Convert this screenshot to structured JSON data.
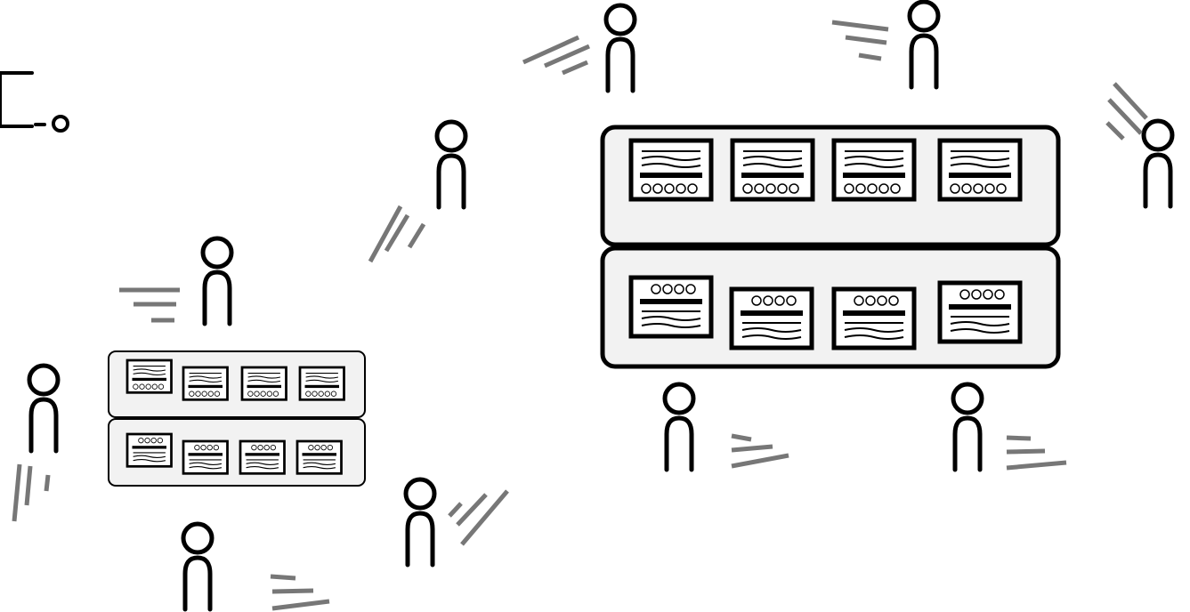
{
  "slide": {
    "title_fragment": "",
    "page_number": ""
  },
  "colors": {
    "ink": "#000000",
    "motion_lines": "#777777",
    "shelf_fill": "#f2f2f2",
    "card_fill": "#ffffff"
  },
  "icons": {
    "person": "person-icon",
    "motion": "motion-lines-icon",
    "shelf": "shelf-icon",
    "card": "product-card-icon"
  },
  "diagram": {
    "small_rack_cards_per_shelf": 4,
    "large_rack_cards_per_shelf": 4,
    "people_count": 11
  }
}
